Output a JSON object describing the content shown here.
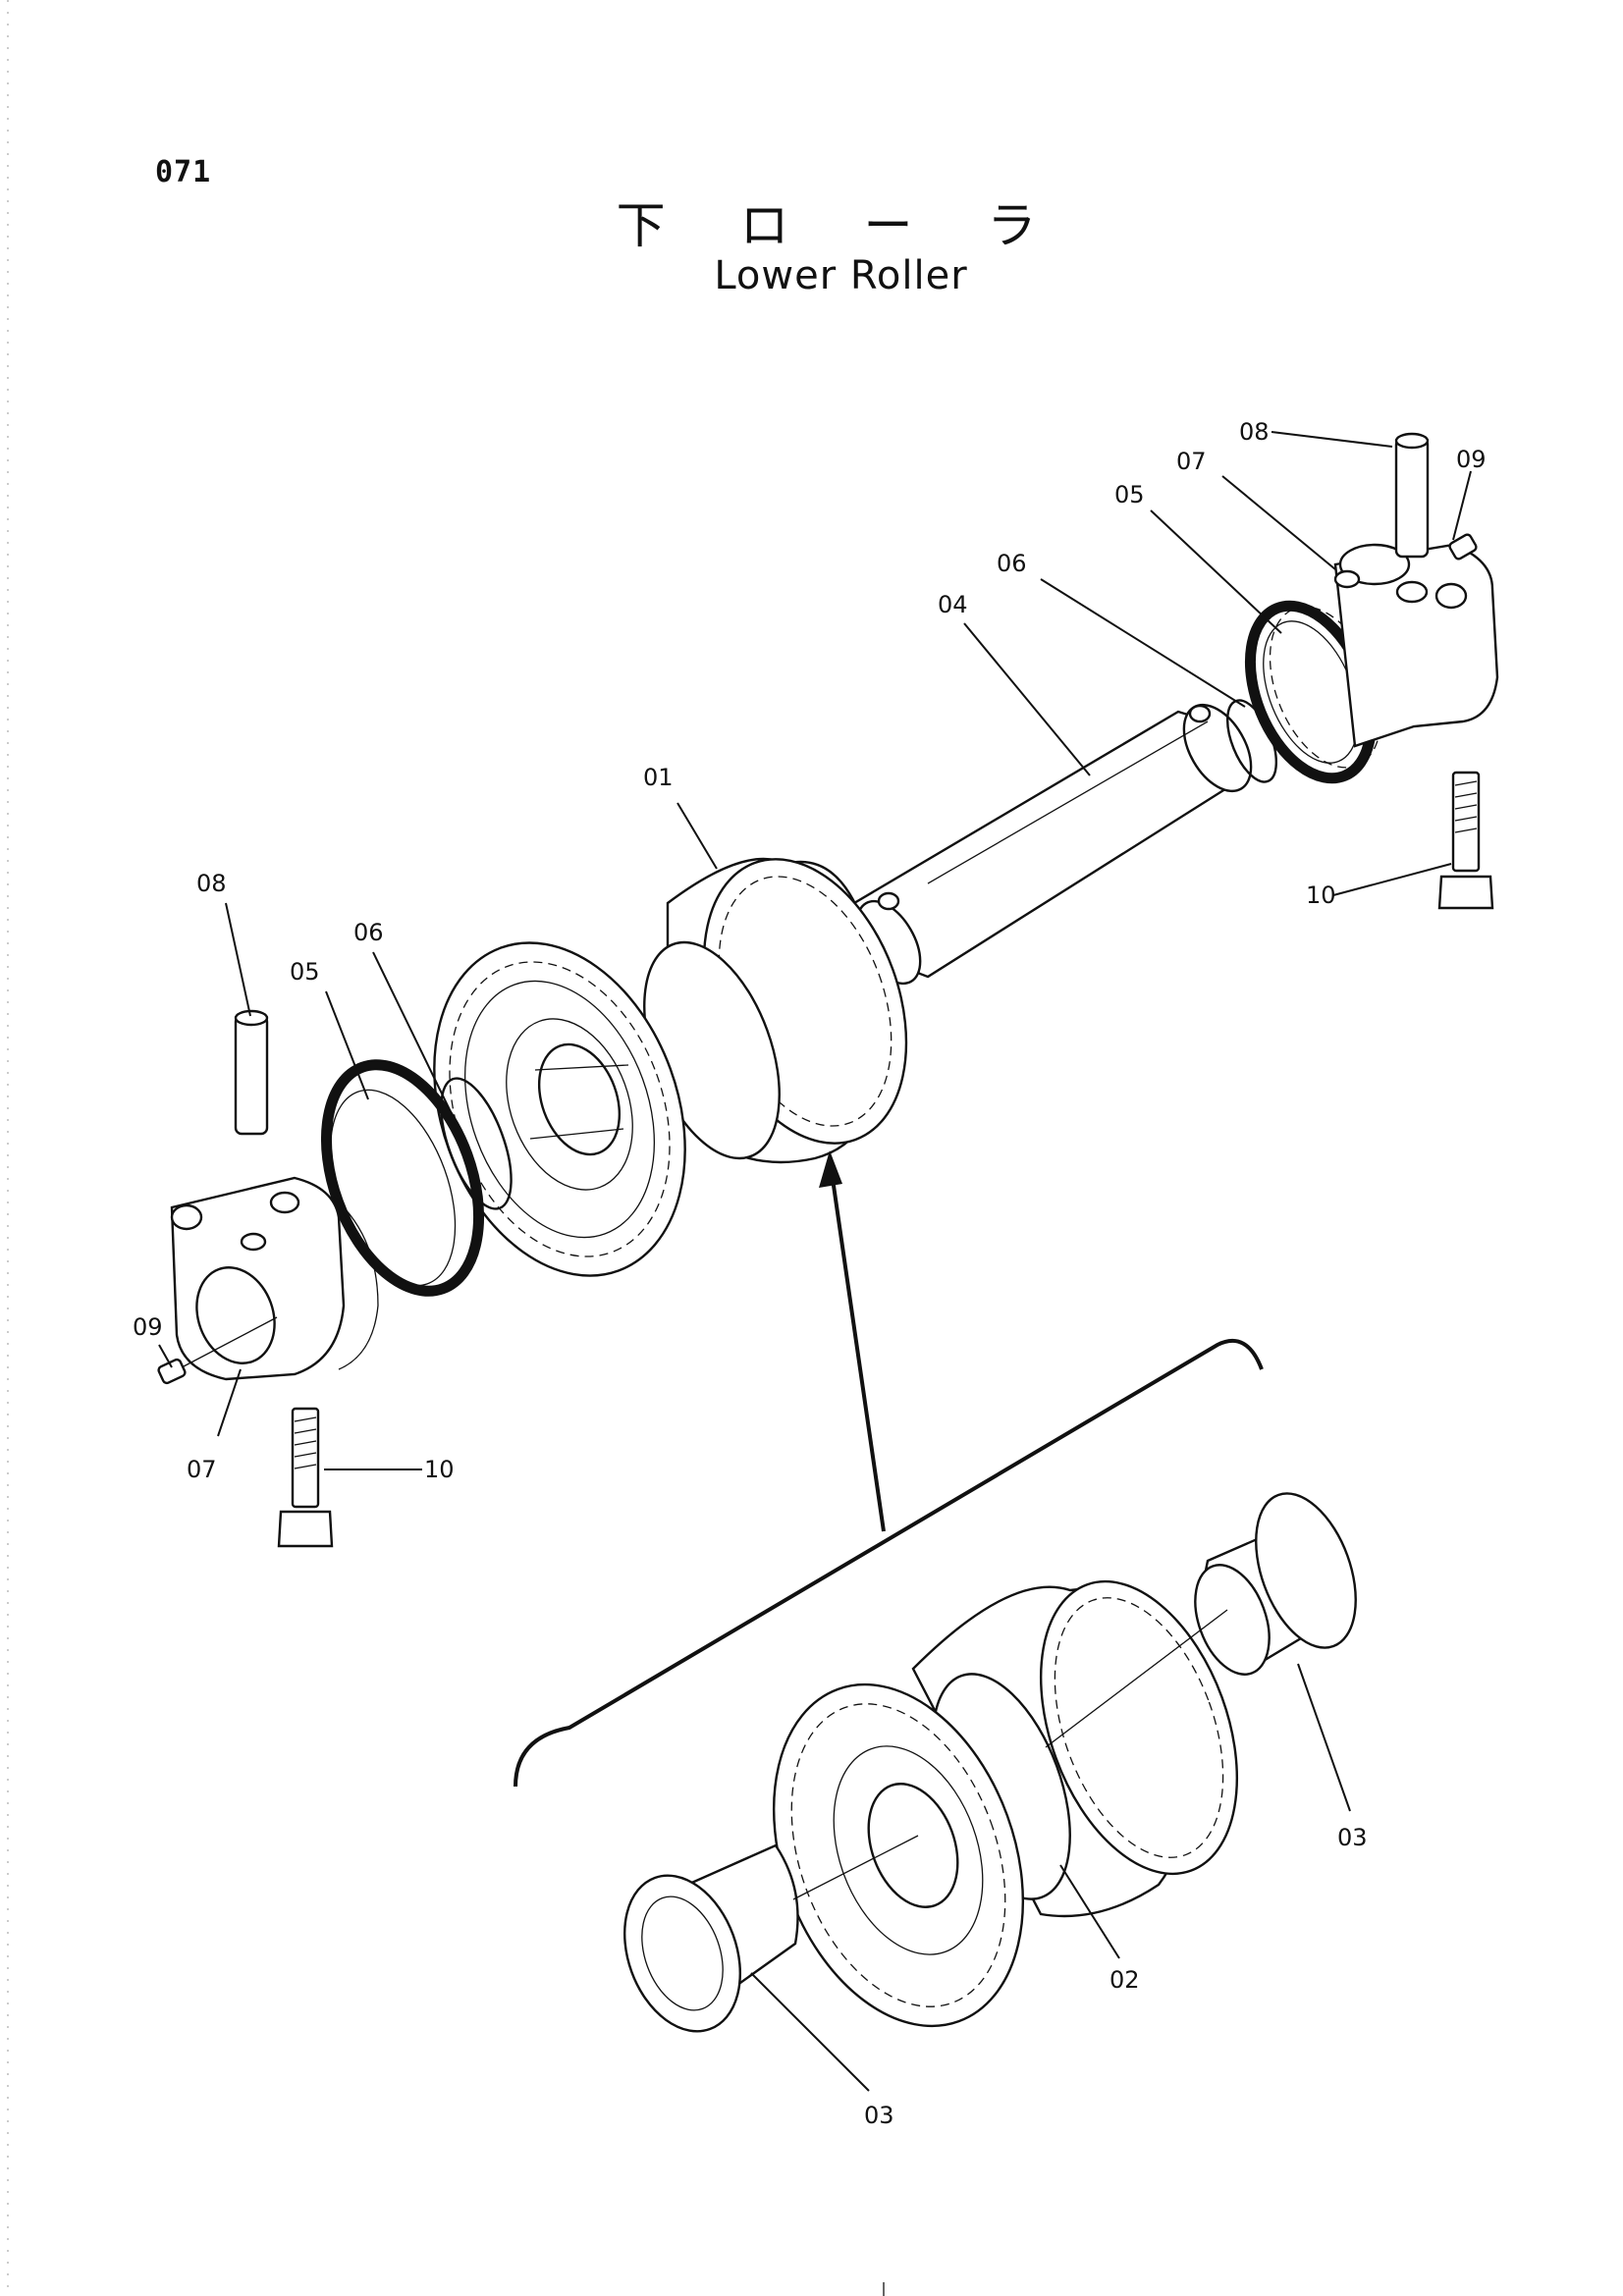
{
  "page_number": "071",
  "title_jp": "下 ロ ー ラ",
  "title_en": "Lower Roller",
  "callouts": {
    "c01": "01",
    "c02": "02",
    "c03a": "03",
    "c03b": "03",
    "c04": "04",
    "c05_left": "05",
    "c05_right": "05",
    "c06_left": "06",
    "c06_right": "06",
    "c07_left": "07",
    "c07_right": "07",
    "c08_left": "08",
    "c08_right": "08",
    "c09_left": "09",
    "c09_right": "09",
    "c10_left": "10",
    "c10_right": "10"
  }
}
